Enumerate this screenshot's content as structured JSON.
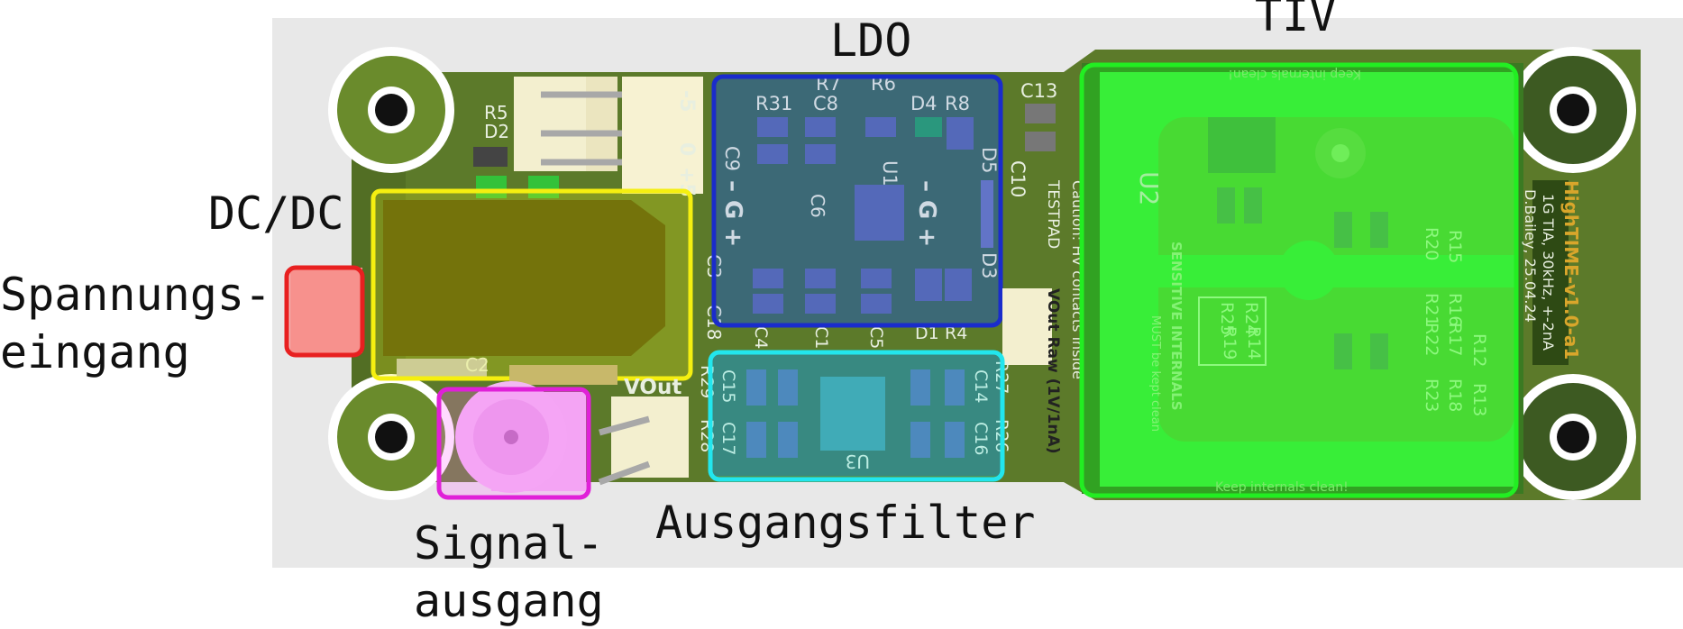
{
  "labels": {
    "ldo": "LDO",
    "tiv": "TIV",
    "dcdc": "DC/DC",
    "input_line1": "Spannungs-",
    "input_line2": "eingang",
    "output_filter": "Ausgangsfilter",
    "signal_line1": "Signal-",
    "signal_line2": "ausgang"
  },
  "silkscreen": {
    "r31": "R31",
    "r7": "R7",
    "c8": "C8",
    "r6": "R6",
    "d4": "D4",
    "r8": "R8",
    "c13": "C13",
    "c10": "C10",
    "d5": "D5",
    "d3": "D3",
    "u1": "U1",
    "c6": "C6",
    "c9": "C9",
    "c3": "C3",
    "c18": "C18",
    "c4": "C4",
    "c1": "C1",
    "c5": "C5",
    "d1": "D1",
    "r4": "R4",
    "r5": "R5",
    "d2": "D2",
    "c2": "C2",
    "vout": "VOut",
    "c15": "C15",
    "c17": "C17",
    "c14": "C14",
    "c16": "C16",
    "u3": "U3",
    "r29": "R29",
    "r28": "R28",
    "r27": "R27",
    "r26": "R26",
    "minus5": "-5",
    "zero": "0",
    "plus5": "+5",
    "g_minus": "– G +",
    "testpad": "TESTPAD",
    "caution": "Caution: HV contacts inside",
    "vout_raw": "VOut Raw (1V/1nA)",
    "keep_top": "Keep internals clean!",
    "keep_bottom": "Keep internals clean!",
    "u2": "U2",
    "sensitive": "SENSITIVE INTERNALS",
    "must_clean": "MUST be kept clean",
    "r24": "R24",
    "r25": "R25",
    "r19": "R19",
    "r14": "R14",
    "r20": "R20",
    "r15": "R15",
    "r21": "R21",
    "r16": "R16",
    "r22": "R22",
    "r17": "R17",
    "r12": "R12",
    "r23": "R23",
    "r18": "R18",
    "r13": "R13",
    "board_name": "HighTIME-v1.0-a1",
    "board_spec": "1G TIA, 30kHz, +-2nA",
    "board_author": "D.Bailey, 25.04.24"
  },
  "colors": {
    "pcb": "#5c7a2a",
    "pcb_dark": "#3f5a1a",
    "ldo_box": "#1a2ccc",
    "tiv_box": "#22ee22",
    "dcdc_box": "#f5ef10",
    "input_box": "#e82020",
    "filter_box": "#22e6ee",
    "signal_box": "#e020d8"
  }
}
